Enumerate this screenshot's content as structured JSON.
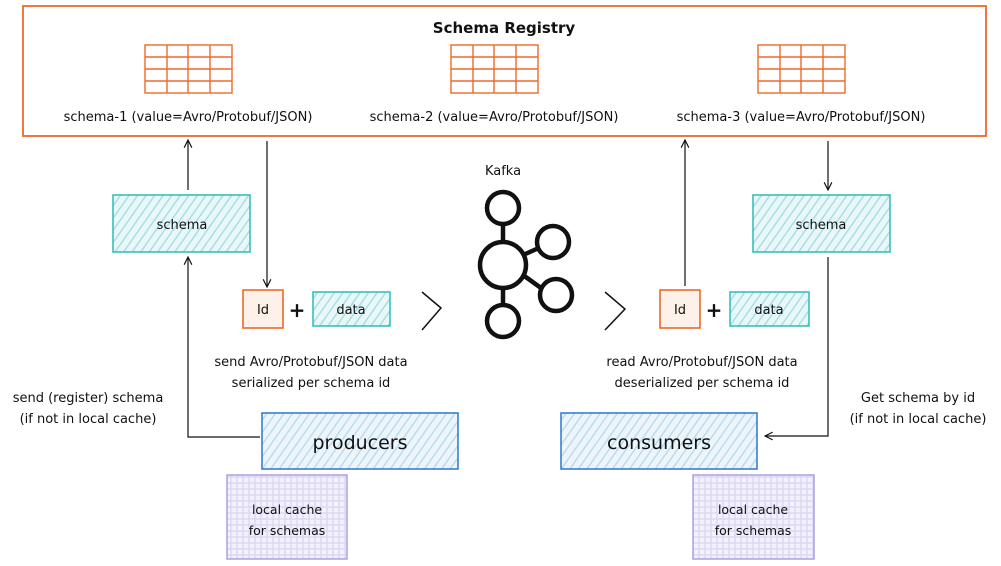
{
  "registry": {
    "title": "Schema Registry",
    "schemas": [
      "schema-1 (value=Avro/Protobuf/JSON)",
      "schema-2 (value=Avro/Protobuf/JSON)",
      "schema-3 (value=Avro/Protobuf/JSON)"
    ]
  },
  "kafka": {
    "label": "Kafka"
  },
  "producer_side": {
    "schema_label": "schema",
    "id_label": "Id",
    "plus": "+",
    "data_label": "data",
    "send_note_line1": "send Avro/Protobuf/JSON data",
    "send_note_line2": "serialized per schema id",
    "register_line1": "send (register) schema",
    "register_line2": "(if not in local cache)",
    "producers_label": "producers",
    "cache_line1": "local cache",
    "cache_line2": "for schemas"
  },
  "consumer_side": {
    "schema_label": "schema",
    "id_label": "Id",
    "plus": "+",
    "data_label": "data",
    "read_note_line1": "read Avro/Protobuf/JSON data",
    "read_note_line2": "deserialized per schema id",
    "get_line1": "Get schema by id",
    "get_line2": "(if not in local cache)",
    "consumers_label": "consumers",
    "cache_line1": "local cache",
    "cache_line2": "for schemas"
  },
  "colors": {
    "orange": "#ec6a2c",
    "teal": "#3dbdbd",
    "blue": "#3a7fd0",
    "purple": "#a79be0",
    "black": "#111111"
  }
}
